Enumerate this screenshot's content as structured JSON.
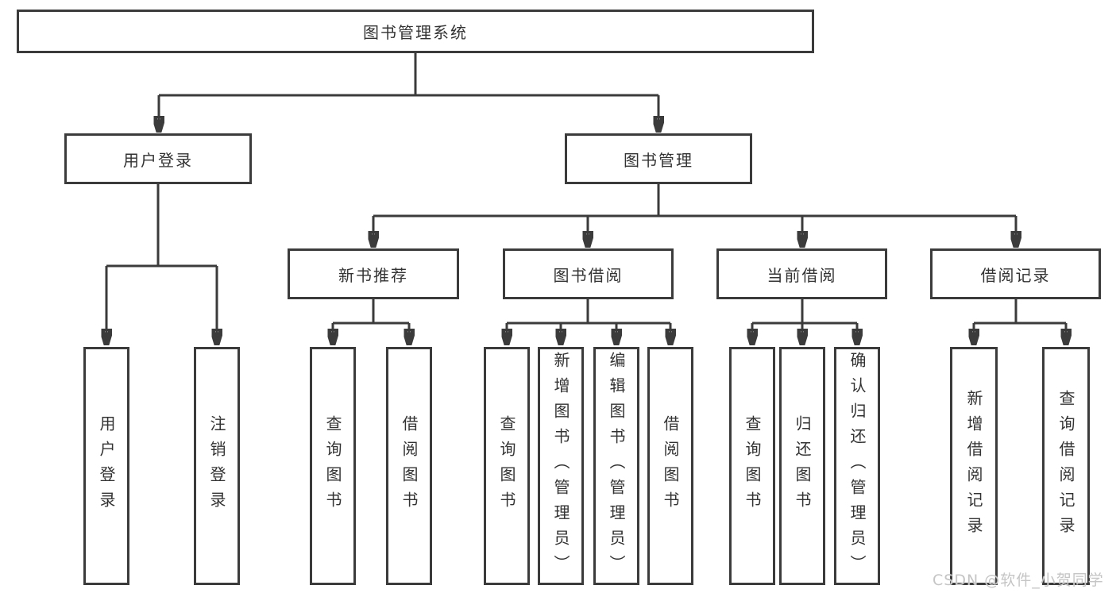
{
  "tree": {
    "root": "图书管理系统",
    "branches": [
      {
        "label": "用户登录",
        "children": [
          {
            "label": "用户登录"
          },
          {
            "label": "注销登录"
          }
        ]
      },
      {
        "label": "图书管理",
        "groups": [
          {
            "label": "新书推荐",
            "children": [
              {
                "label": "查询图书"
              },
              {
                "label": "借阅图书"
              }
            ]
          },
          {
            "label": "图书借阅",
            "children": [
              {
                "label": "查询图书"
              },
              {
                "label": "新增图书（管理员）"
              },
              {
                "label": "编辑图书（管理员）"
              },
              {
                "label": "借阅图书"
              }
            ]
          },
          {
            "label": "当前借阅",
            "children": [
              {
                "label": "查询图书"
              },
              {
                "label": "归还图书"
              },
              {
                "label": "确认归还（管理员）"
              }
            ]
          },
          {
            "label": "借阅记录",
            "children": [
              {
                "label": "新增借阅记录"
              },
              {
                "label": "查询借阅记录"
              }
            ]
          }
        ]
      }
    ]
  },
  "watermark": "CSDN @软件_小贺同学",
  "colors": {
    "line": "#3b3b3b",
    "text": "#333333",
    "watermark": "#c5c5c5",
    "background": "#ffffff"
  }
}
